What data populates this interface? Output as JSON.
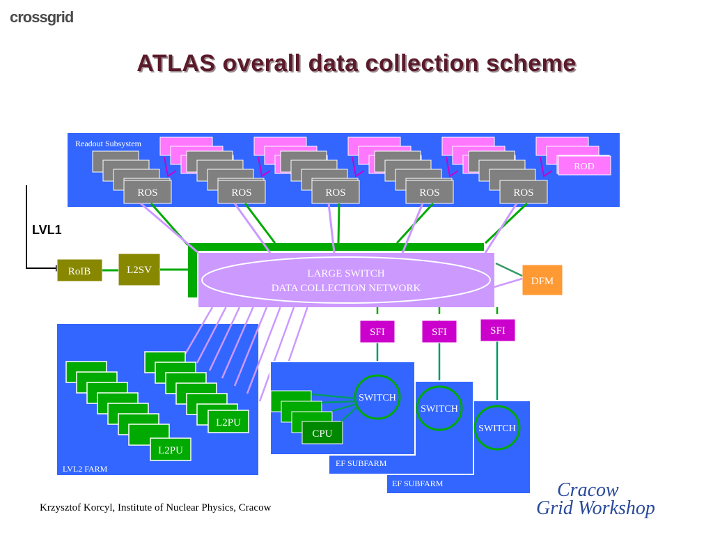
{
  "title": "ATLAS overall data collection scheme",
  "footer": "Krzysztof Korcyl, Institute of Nuclear Physics, Cracow",
  "logo_text": "crossgrid",
  "workshop": {
    "line1": "Cracow",
    "line2": "Grid Workshop"
  },
  "lvl1_label": "LVL1",
  "readout": {
    "label": "Readout Subsystem",
    "ros_label": "ROS",
    "rod_label": "ROD"
  },
  "rolb": "RoIB",
  "l2sv": "L2SV",
  "switch": {
    "line1": "LARGE SWITCH",
    "line2": "DATA COLLECTION NETWORK"
  },
  "dfm": "DFM",
  "sfi": "SFI",
  "lvl2_farm": {
    "label": "LVL2 FARM",
    "l2pu": "L2PU"
  },
  "ef": {
    "label": "EF SUBFARM",
    "switch": "SWITCH",
    "cpu": "CPU"
  },
  "colors": {
    "blue": "#3366ff",
    "magenta": "#ff77ff",
    "gray": "#808080",
    "green": "#00aa00",
    "lavender": "#cc99ff",
    "olive": "#888800",
    "orange": "#ff9933",
    "purple": "#cc00cc"
  }
}
